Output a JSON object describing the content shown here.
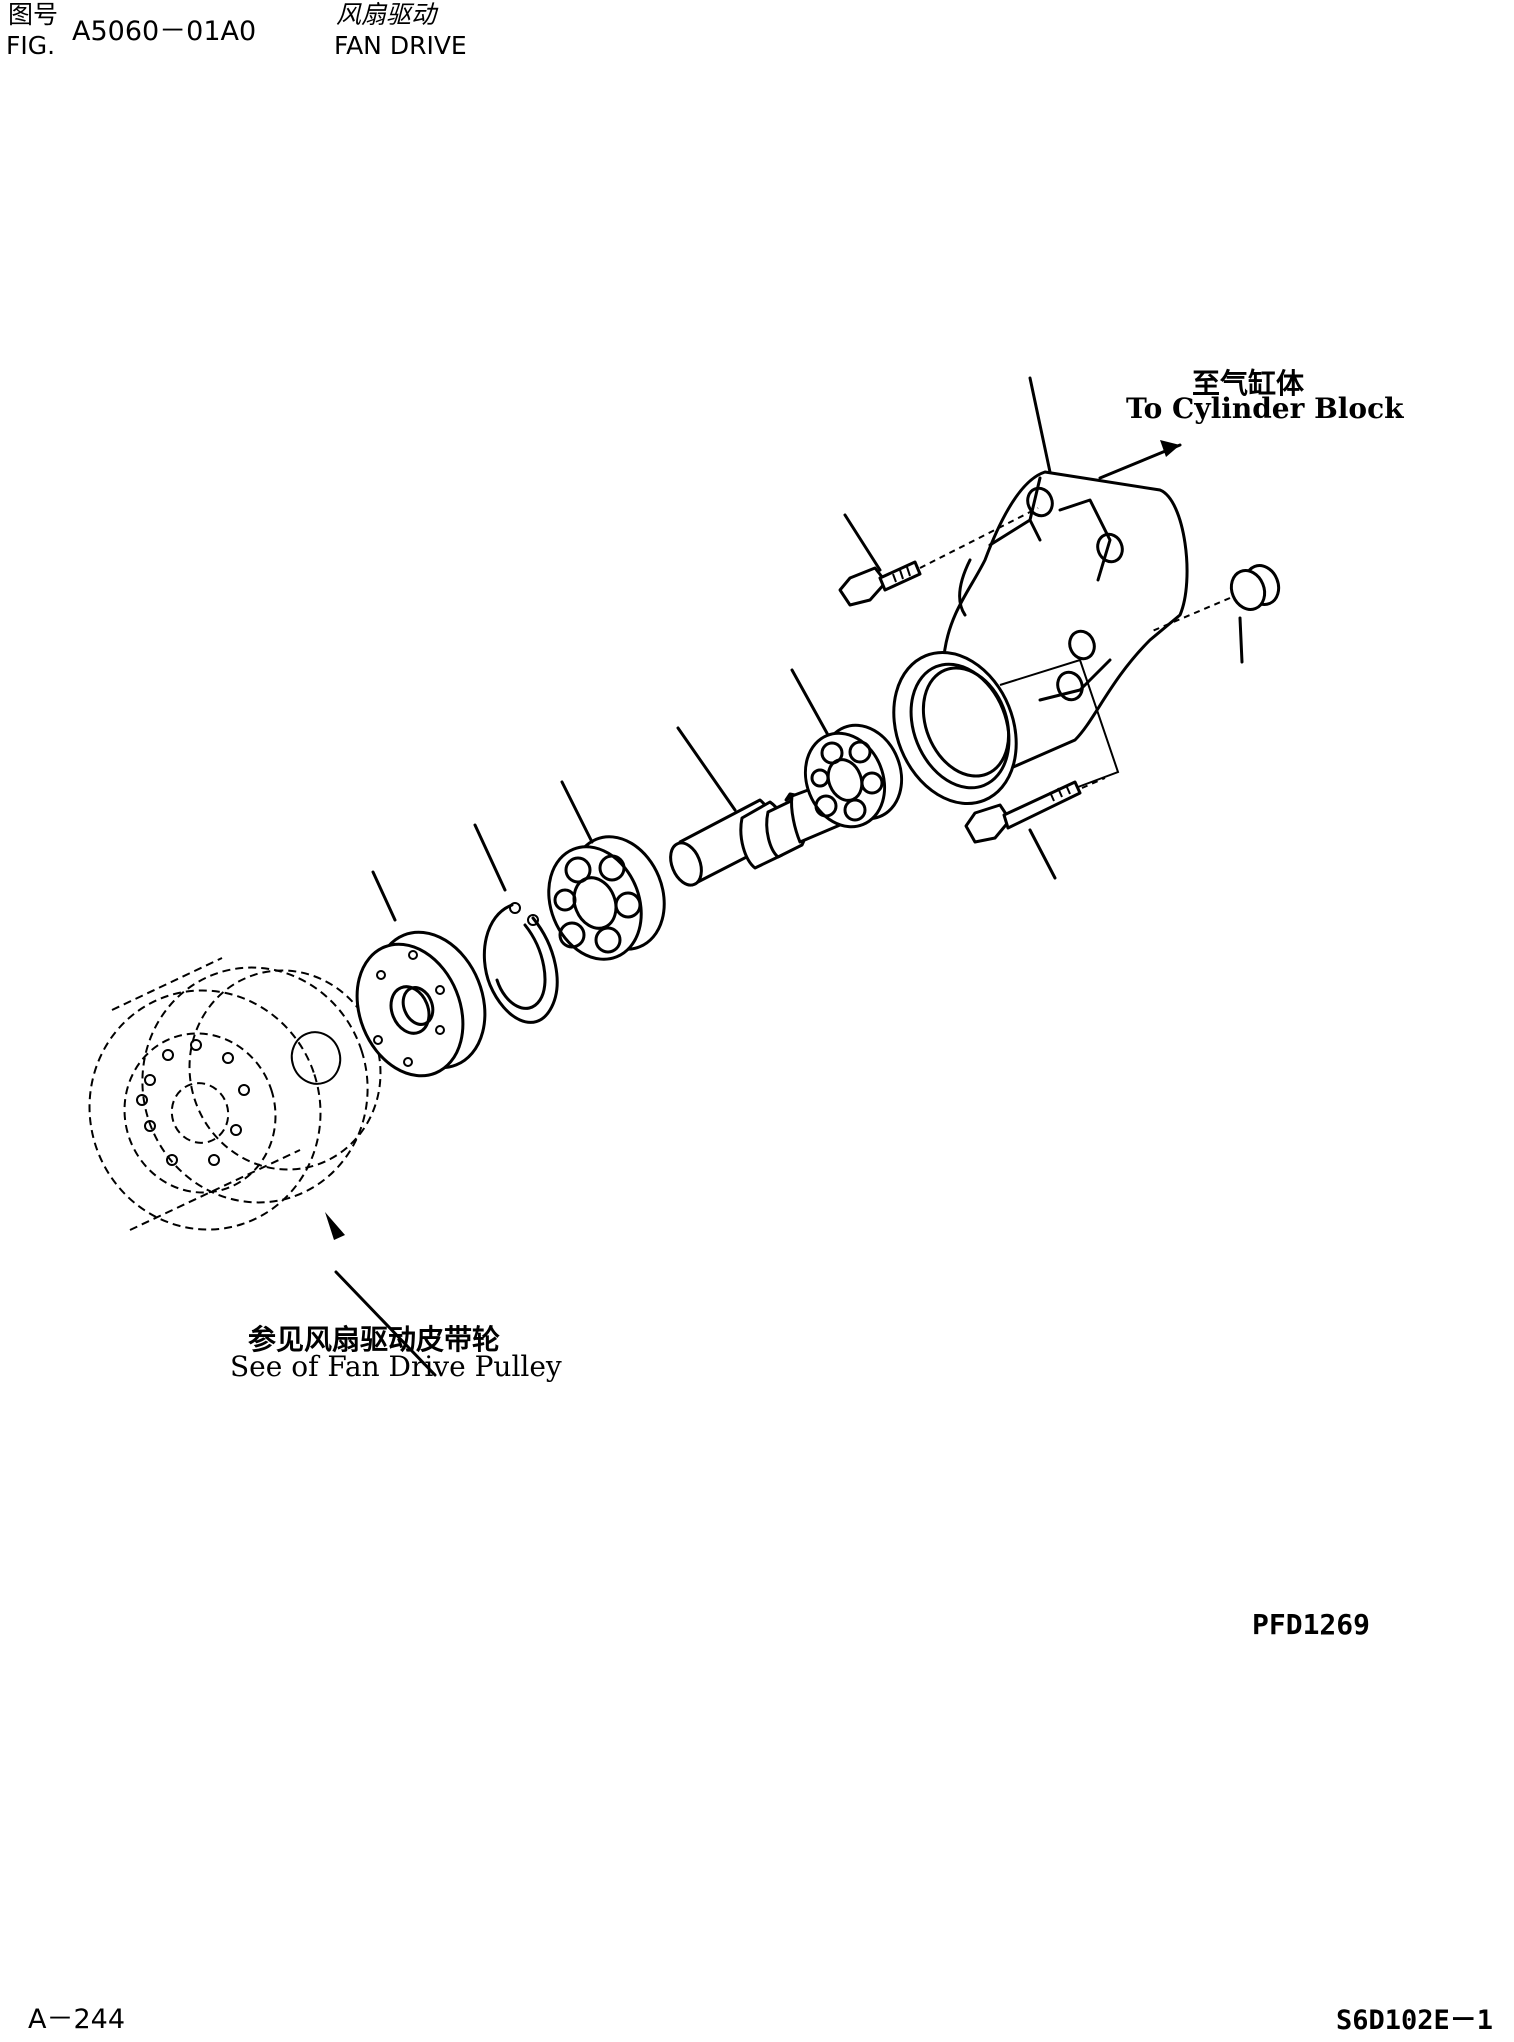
{
  "header": {
    "fig_label_cn": "图号",
    "fig_label_en": "FIG.",
    "fig_number": "A5060－01A0",
    "title_cn": "风扇驱动",
    "title_en": "FAN DRIVE"
  },
  "annotations": {
    "cylinder_block_cn": "至气缸体",
    "cylinder_block_en": "To Cylinder Block",
    "pulley_note_cn": "参见风扇驱动皮带轮",
    "pulley_note_en": "See of Fan Drive Pulley"
  },
  "footer": {
    "drawing_code": "PFD1269",
    "page_number": "A－244",
    "model": "S6D102E－1"
  }
}
